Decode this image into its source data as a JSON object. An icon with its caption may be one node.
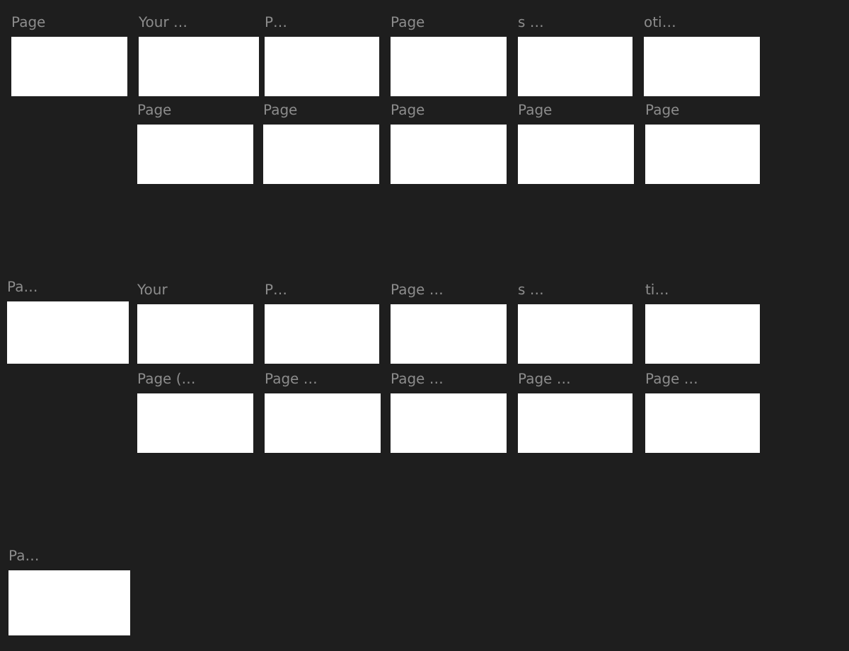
{
  "diagram": {
    "nodes": [
      {
        "text": [
          "Page"
        ]
      },
      {
        "text": [
          "Your …"
        ]
      },
      {
        "text": [
          "P…"
        ]
      },
      {
        "text": [
          "Page"
        ]
      },
      {
        "text": [
          "s …"
        ]
      },
      {
        "text": [
          "oti…"
        ]
      },
      {
        "text": [
          "Page"
        ]
      },
      {
        "text": [
          "Page"
        ]
      },
      {
        "text": [
          "Page"
        ]
      },
      {
        "text": [
          "Page"
        ]
      },
      {
        "text": [
          "Page"
        ]
      },
      {
        "text": [
          "Pa…"
        ]
      },
      {
        "text": [
          "Your"
        ]
      },
      {
        "text": [
          "P…"
        ]
      },
      {
        "text": [
          "Page …"
        ]
      },
      {
        "text": [
          "s …"
        ]
      },
      {
        "text": [
          "ti…"
        ]
      },
      {
        "text": [
          "Page (…"
        ]
      },
      {
        "text": [
          "Page …"
        ]
      },
      {
        "text": [
          "Page …"
        ]
      },
      {
        "text": [
          "Page …"
        ]
      },
      {
        "text": [
          "Page …"
        ]
      },
      {
        "text": [
          "Pa…"
        ]
      }
    ]
  }
}
